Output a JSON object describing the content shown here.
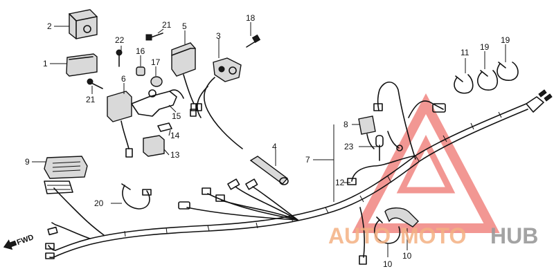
{
  "fwd_label": "FWD",
  "watermark": {
    "part1": "AUTO",
    "part2": "MOTO",
    "part3": "HUB",
    "triangle_color": "#e8423b",
    "accent_color": "#f4b183",
    "gray_color": "#9a9a9a"
  },
  "callouts": [
    {
      "id": "c1",
      "label": "1"
    },
    {
      "id": "c2",
      "label": "2"
    },
    {
      "id": "c3",
      "label": "3"
    },
    {
      "id": "c4",
      "label": "4"
    },
    {
      "id": "c5",
      "label": "5"
    },
    {
      "id": "c6",
      "label": "6"
    },
    {
      "id": "c7",
      "label": "7"
    },
    {
      "id": "c8",
      "label": "8"
    },
    {
      "id": "c9",
      "label": "9"
    },
    {
      "id": "c10a",
      "label": "10"
    },
    {
      "id": "c10b",
      "label": "10"
    },
    {
      "id": "c11",
      "label": "11"
    },
    {
      "id": "c12",
      "label": "12"
    },
    {
      "id": "c13",
      "label": "13"
    },
    {
      "id": "c14",
      "label": "14"
    },
    {
      "id": "c15",
      "label": "15"
    },
    {
      "id": "c16",
      "label": "16"
    },
    {
      "id": "c17",
      "label": "17"
    },
    {
      "id": "c18",
      "label": "18"
    },
    {
      "id": "c19a",
      "label": "19"
    },
    {
      "id": "c19b",
      "label": "19"
    },
    {
      "id": "c20",
      "label": "20"
    },
    {
      "id": "c21a",
      "label": "21"
    },
    {
      "id": "c21b",
      "label": "21"
    },
    {
      "id": "c22",
      "label": "22"
    },
    {
      "id": "c23",
      "label": "23"
    }
  ]
}
